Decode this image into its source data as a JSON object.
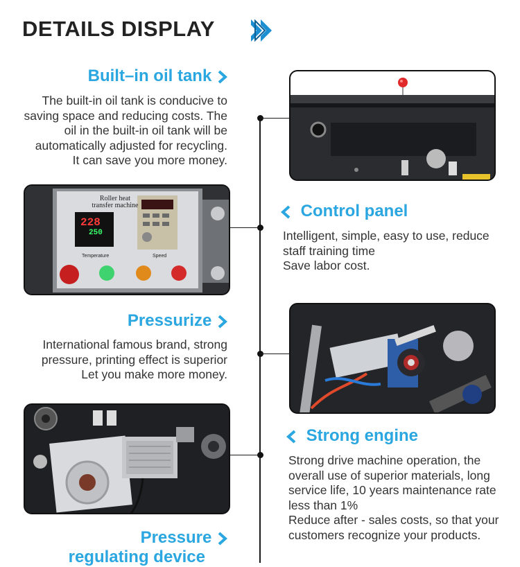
{
  "title": "DETAILS DISPLAY",
  "sections": [
    {
      "heading": "Built–in oil tank",
      "desc": [
        "The built-in oil tank is conducive to",
        "saving space and reducing costs. The",
        "oil in the built-in oil tank will be",
        "automatically adjusted for recycling.",
        "It can save you more money."
      ]
    },
    {
      "heading": "Control panel",
      "desc": [
        "Intelligent, simple, easy to use, reduce",
        "staff training time",
        "Save labor cost."
      ]
    },
    {
      "heading": "Pressurize",
      "desc": [
        "International famous brand, strong",
        "pressure, printing effect is superior",
        "Let you make more money."
      ]
    },
    {
      "heading": "Strong engine",
      "desc": [
        "Strong drive machine operation, the",
        "overall use of superior materials, long",
        "service life, 10 years maintenance rate",
        "less than 1%",
        "Reduce after - sales costs, so that your",
        "customers recognize your products."
      ]
    },
    {
      "heading_lines": [
        "Pressure",
        "regulating device"
      ]
    }
  ],
  "panel": {
    "label_line1": "Roller heat",
    "label_line2": "transfer machine",
    "display_top": "228",
    "display_bottom": "250",
    "temp_label": "Temperature",
    "speed_label": "Speed"
  },
  "colors": {
    "accent": "#2aa6e0",
    "title_arrow": "#1b8fd2",
    "text": "#333333"
  }
}
